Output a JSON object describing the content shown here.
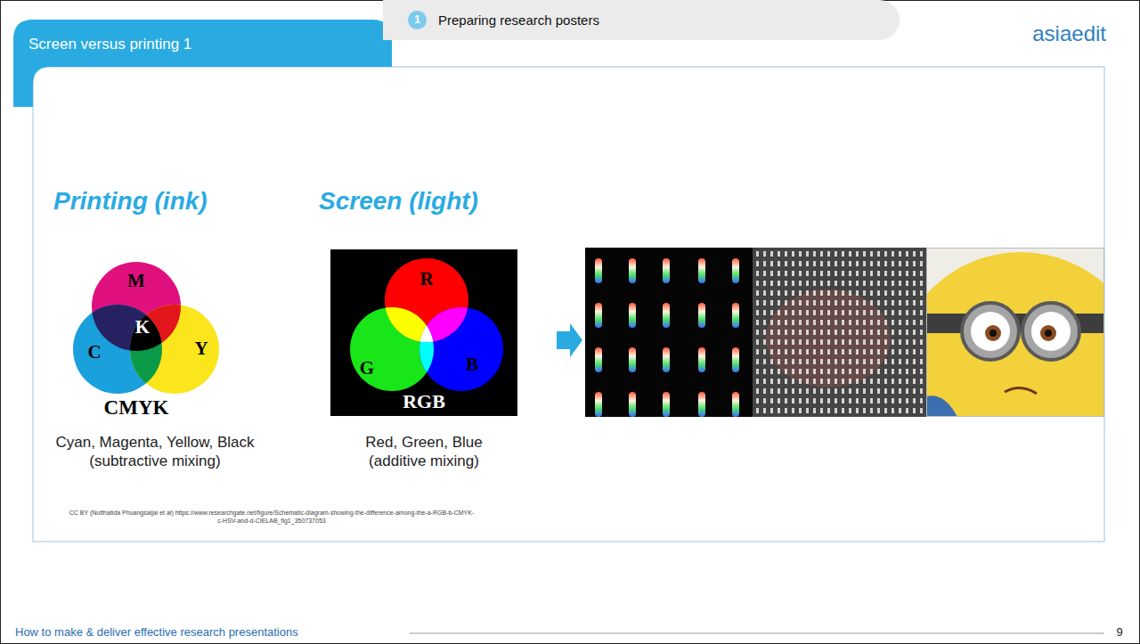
{
  "diagram": {
    "title": "Screen versus printing 1",
    "nodes": [
      {
        "text": [
          "Preparing research posters"
        ]
      },
      {
        "text": [
          "1"
        ],
        "in": 0
      },
      {
        "text": [
          "RGB"
        ]
      }
    ],
    "labels": [
      "asiaedit",
      "Printing (ink)",
      "Screen (light)",
      "M",
      "K",
      "C",
      "Y",
      "CMYK",
      "R",
      "G",
      "B",
      "Cyan, Magenta, Yellow, Black (subtractive mixing)",
      "Red, Green, Blue (additive mixing)",
      "CC BY (Nutthatida Phuangsaijai et al) https://www.researchgate.net/figure/Schematic-diagram-showing-the-difference-among-the-a-RGB-b-CMYK-c-HSV-and-d-CIELAB_fig1_350737053",
      "How to make & deliver effective research presentations",
      "9"
    ]
  }
}
